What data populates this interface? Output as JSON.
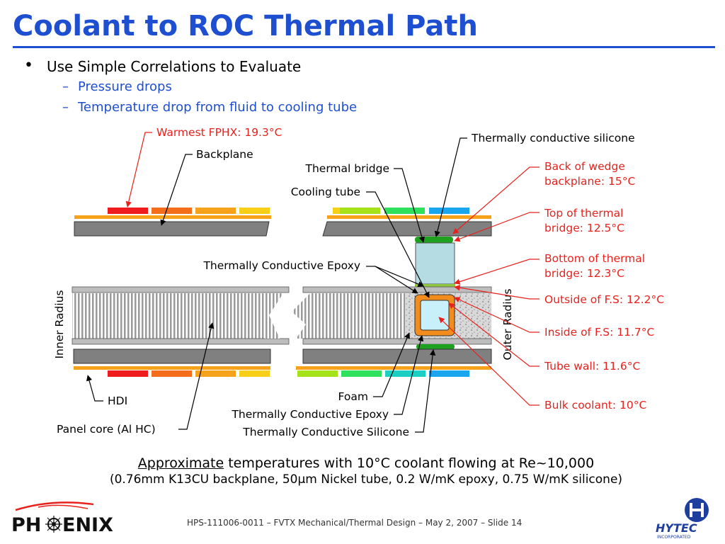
{
  "slide": {
    "title": "Coolant to ROC Thermal Path",
    "bullet": "Use Simple Correlations to Evaluate",
    "sub_items": [
      "Pressure drops",
      "Temperature drop from fluid to cooling tube"
    ],
    "dash": "–",
    "bullet_dot": "•"
  },
  "diagram": {
    "labels_left": {
      "backplane": "Backplane",
      "thermal_bridge": "Thermal bridge",
      "cooling_tube": "Cooling tube",
      "epoxy_top": "Thermally Conductive Epoxy",
      "inner_radius": "Inner Radius",
      "outer_radius": "Outer Radius",
      "hdi": "HDI",
      "panel_core": "Panel core (Al HC)",
      "foam": "Foam",
      "epoxy_bottom": "Thermally Conductive Epoxy",
      "silicone_bottom": "Thermally Conductive Silicone",
      "silicone_top": "Thermally conductive silicone"
    },
    "labels_temps": {
      "warmest_fphx": "Warmest FPHX: 19.3°C",
      "back_of_wedge_1": "Back of wedge",
      "back_of_wedge_2": "backplane: 15°C",
      "top_bridge_1": "Top of thermal",
      "top_bridge_2": "bridge: 12.5°C",
      "bottom_bridge_1": "Bottom of thermal",
      "bottom_bridge_2": "bridge: 12.3°C",
      "outside_fs": "Outside of F.S: 12.2°C",
      "inside_fs": "Inside of F.S: 11.7°C",
      "tube_wall": "Tube wall: 11.6°C",
      "bulk_coolant": "Bulk coolant: 10°C"
    },
    "colors": {
      "accent_blue": "#1f4fd1",
      "temp_red": "#e8211c",
      "backplane_gray": "#808080",
      "hdi_orange": "#f7a21b",
      "silicone_green": "#1ea11e",
      "tube_orange": "#f28c1c",
      "bridge_blue": "#b6dce3",
      "coolant_blue": "#c8f0fb",
      "chip_colors": [
        "#ee1c1c",
        "#f36d1a",
        "#f7a21b",
        "#f6cf16",
        "#a6e21a",
        "#2fe05d",
        "#1bd0c3",
        "#1aa6ee"
      ]
    }
  },
  "caption": {
    "underlined": "Approximate",
    "rest": " temperatures with 10°C coolant flowing at Re~10,000",
    "line2": "(0.76mm K13CU backplane, 50µm Nickel tube, 0.2 W/mK epoxy, 0.75 W/mK silicone)"
  },
  "footer": {
    "text": "HPS-111006-0011 – FVTX Mechanical/Thermal Design – May 2, 2007 – Slide 14"
  },
  "logos": {
    "left_logo_text": "PHENIX",
    "right_logo_text": "HYTEC",
    "right_logo_sub": "INCORPORATED"
  }
}
